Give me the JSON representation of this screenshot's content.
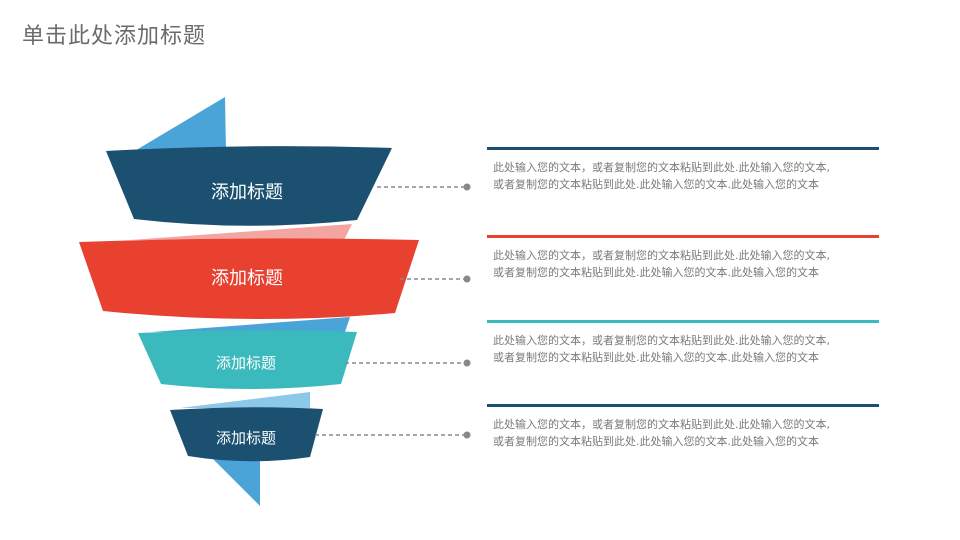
{
  "title": "单击此处添加标题",
  "colors": {
    "dark_blue": "#1b5070",
    "red": "#e8412f",
    "teal": "#3bbabd",
    "light_blue": "#4aa4d8",
    "pink": "#f3a6a1",
    "connector": "#888888"
  },
  "levels": [
    {
      "label": "添加标题",
      "color": "#1b5070",
      "line1": "此处输入您的文本，或者复制您的文本粘贴到此处.此处输入您的文本,",
      "line2": "或者复制您的文本粘贴到此处.此处输入您的文本.此处输入您的文本"
    },
    {
      "label": "添加标题",
      "color": "#e8412f",
      "line1": "此处输入您的文本，或者复制您的文本粘贴到此处.此处输入您的文本,",
      "line2": "或者复制您的文本粘贴到此处.此处输入您的文本.此处输入您的文本"
    },
    {
      "label": "添加标题",
      "color": "#3bbabd",
      "line1": "此处输入您的文本，或者复制您的文本粘贴到此处.此处输入您的文本,",
      "line2": "或者复制您的文本粘贴到此处.此处输入您的文本.此处输入您的文本"
    },
    {
      "label": "添加标题",
      "color": "#1b5070",
      "line1": "此处输入您的文本，或者复制您的文本粘贴到此处.此处输入您的文本,",
      "line2": "或者复制您的文本粘贴到此处.此处输入您的文本.此处输入您的文本"
    }
  ]
}
